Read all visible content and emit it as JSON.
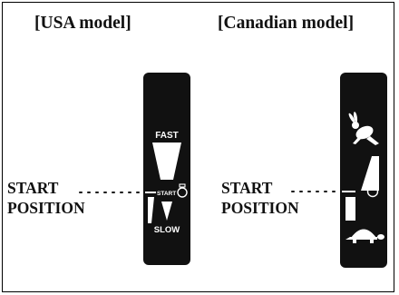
{
  "headings": {
    "usa": "[USA model]",
    "canadian": "[Canadian model]"
  },
  "usa": {
    "start_label_line1": "START",
    "start_label_line2": "POSITION",
    "panel": {
      "fast_label": "FAST",
      "start_label": "START",
      "slow_label": "SLOW"
    }
  },
  "canadian": {
    "start_label_line1": "START",
    "start_label_line2": "POSITION",
    "panel": {
      "fast_icon": "rabbit-icon",
      "slow_icon": "turtle-icon",
      "start_icon": "choke-icon"
    }
  },
  "colors": {
    "panel": "#111111",
    "marking": "#ffffff",
    "text": "#111111"
  }
}
